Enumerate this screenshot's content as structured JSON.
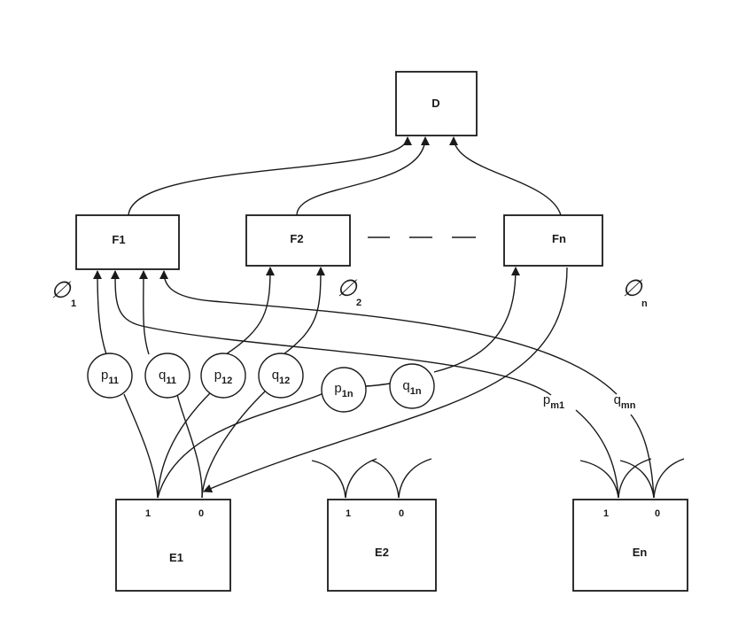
{
  "boxes": {
    "d": "D",
    "f1": "F1",
    "f2": "F2",
    "fn": "Fn",
    "e1": "E1",
    "e2": "E2",
    "en": "En"
  },
  "ports": {
    "one": "1",
    "zero": "0"
  },
  "nodes": {
    "p11": {
      "var": "p",
      "sub": "11"
    },
    "q11": {
      "var": "q",
      "sub": "11"
    },
    "p12": {
      "var": "p",
      "sub": "12"
    },
    "q12": {
      "var": "q",
      "sub": "12"
    },
    "p1n": {
      "var": "p",
      "sub": "1n"
    },
    "q1n": {
      "var": "q",
      "sub": "1n"
    },
    "pm1": {
      "var": "p",
      "sub": "m1"
    },
    "qmn": {
      "var": "q",
      "sub": "mn"
    }
  },
  "phis": {
    "phi1": {
      "symbol": "∅",
      "sub": "1"
    },
    "phi2": {
      "symbol": "∅",
      "sub": "2"
    },
    "phin": {
      "symbol": "∅",
      "sub": "n"
    }
  },
  "colors": {
    "ink": "#1a1a1a",
    "background": "#ffffff"
  }
}
